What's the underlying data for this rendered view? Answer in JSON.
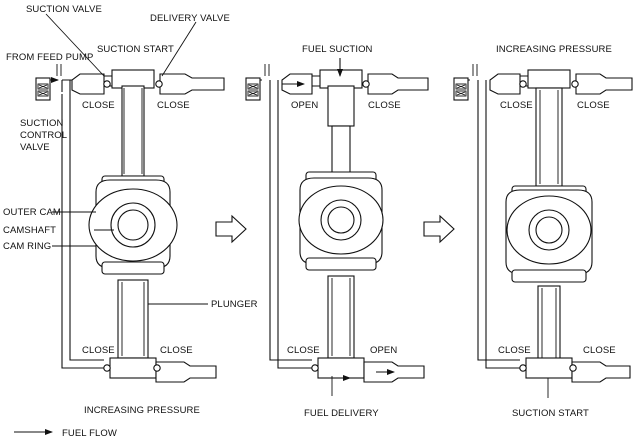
{
  "panel1": {
    "suction_valve": "SUCTION VALVE",
    "delivery_valve": "DELIVERY VALVE",
    "suction_start": "SUCTION START",
    "from_feed_pump": "FROM FEED PUMP",
    "close_top_left": "CLOSE",
    "close_top_right": "CLOSE",
    "suction_control_valve_1": "SUCTION",
    "suction_control_valve_2": "CONTROL",
    "suction_control_valve_3": "VALVE",
    "outer_cam": "OUTER CAM",
    "camshaft": "CAMSHAFT",
    "cam_ring": "CAM RING",
    "plunger": "PLUNGER",
    "close_bottom_left": "CLOSE",
    "close_bottom_right": "CLOSE",
    "increasing_pressure": "INCREASING PRESSURE"
  },
  "panel2": {
    "fuel_suction": "FUEL SUCTION",
    "open_top": "OPEN",
    "close_top": "CLOSE",
    "close_bottom": "CLOSE",
    "open_bottom": "OPEN",
    "fuel_delivery": "FUEL DELIVERY"
  },
  "panel3": {
    "increasing_pressure": "INCREASING PRESSURE",
    "close_top_left": "CLOSE",
    "close_top_right": "CLOSE",
    "close_bottom_left": "CLOSE",
    "close_bottom_right": "CLOSE",
    "suction_start": "SUCTION START"
  },
  "legend": {
    "fuel_flow": "FUEL FLOW"
  },
  "icons": [
    "arrow-right-icon",
    "fuel-flow-arrow-icon"
  ]
}
